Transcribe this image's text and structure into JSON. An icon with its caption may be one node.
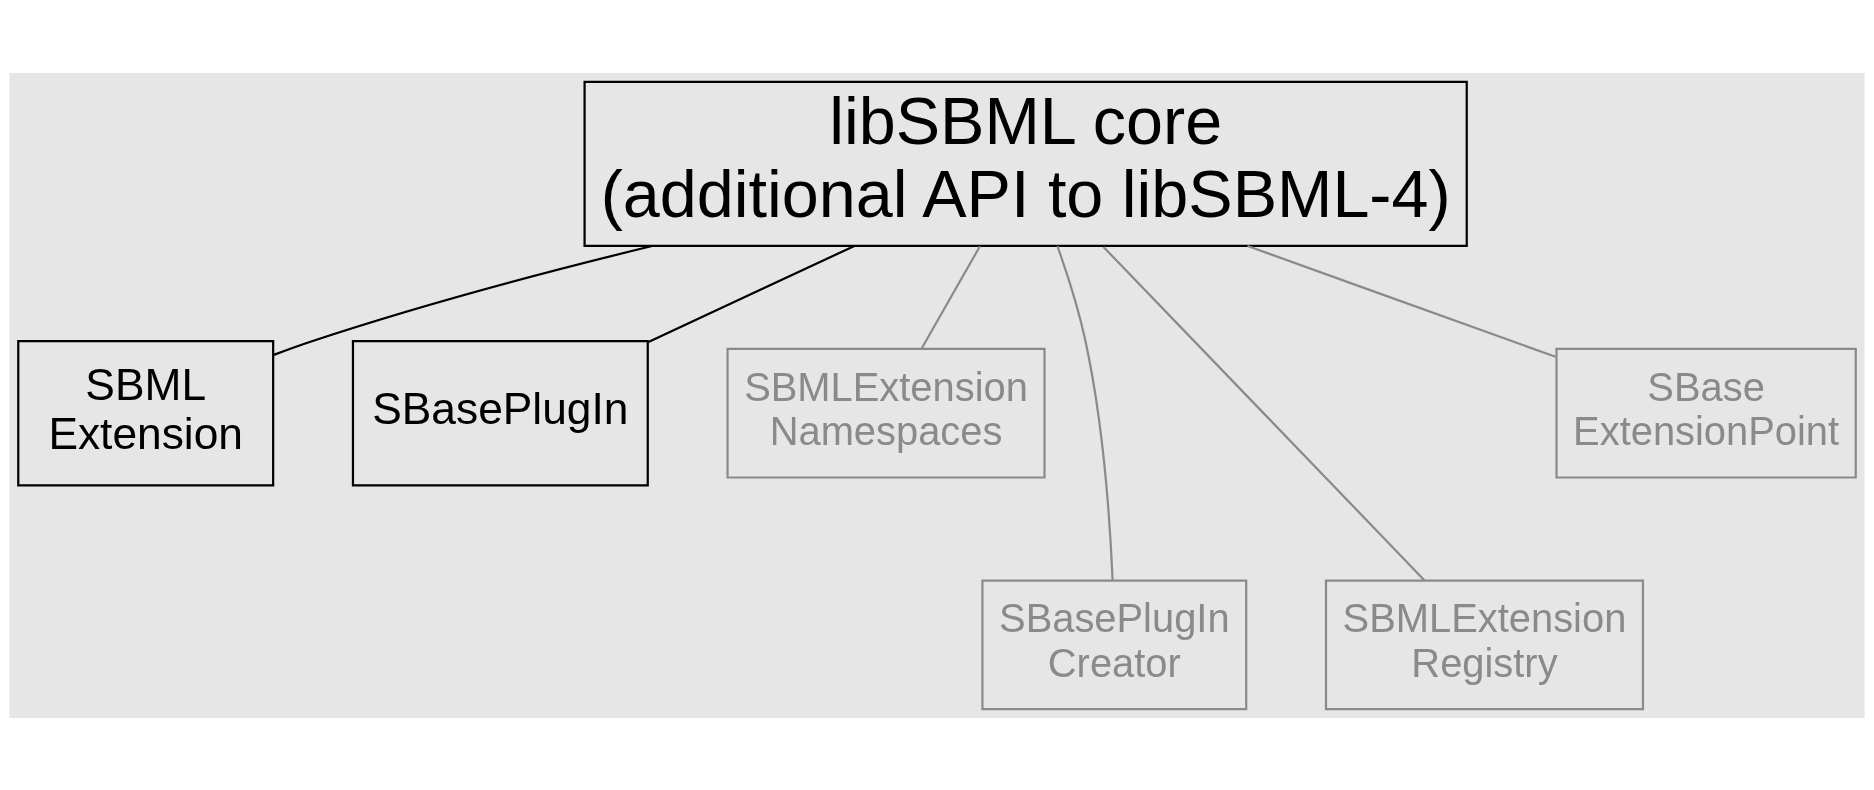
{
  "diagram": {
    "nodes": [
      {
        "text": [
          "libSBML core (additional API to libSBML-4)"
        ]
      },
      {
        "text": [
          "SBML Extension"
        ]
      },
      {
        "text": [
          "SBasePlugIn"
        ]
      },
      {
        "text": [
          "SBMLExtension Namespaces"
        ]
      },
      {
        "text": [
          "SBase ExtensionPoint"
        ]
      },
      {
        "text": [
          "SBasePlugIn Creator"
        ]
      },
      {
        "text": [
          "SBMLExtension Registry"
        ]
      }
    ],
    "edges": [
      {
        "from": 0,
        "to": 1,
        "arrow": "none",
        "color": "#000000"
      },
      {
        "from": 0,
        "to": 2,
        "arrow": "none",
        "color": "#000000"
      },
      {
        "from": 0,
        "to": 3,
        "arrow": "none"
      },
      {
        "from": 0,
        "to": 5,
        "arrow": "none"
      },
      {
        "from": 0,
        "to": 6,
        "arrow": "none"
      },
      {
        "from": 0,
        "to": 4,
        "arrow": "none"
      }
    ]
  }
}
